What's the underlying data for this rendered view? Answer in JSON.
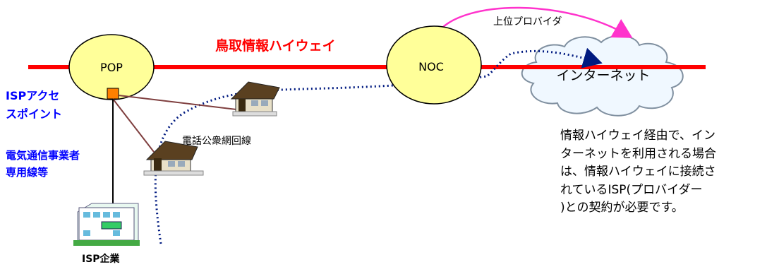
{
  "nodes": {
    "pop": "POP",
    "noc": "NOC",
    "internet": "インターネット"
  },
  "labels": {
    "highway": "鳥取情報ハイウェイ",
    "upper_provider": "上位プロバイダ",
    "isp_access_point": [
      "ISPアクセ",
      "スポイント"
    ],
    "telecom_line": [
      "電気通信事業者",
      "専用線等"
    ],
    "phone_network": "電話公衆網回線",
    "isp_company": "ISP企業"
  },
  "note": [
    "情報ハイウェイ経由で、イン",
    "ターネットを利用される場合",
    "は、情報ハイウェイに接続さ",
    "れているISP(プロバイダー",
    ")との契約が必要です。"
  ],
  "colors": {
    "highway_line": "#ff0000",
    "node_fill": "#ffff99",
    "access_box": "#ff8000",
    "link_line": "#7f3f3f",
    "dotted_route": "#001a80",
    "provider_arrow": "#ff33cc",
    "cloud_fill": "#f0f8ff",
    "cloud_stroke": "#8090a0",
    "blue_label": "#0000ff"
  }
}
